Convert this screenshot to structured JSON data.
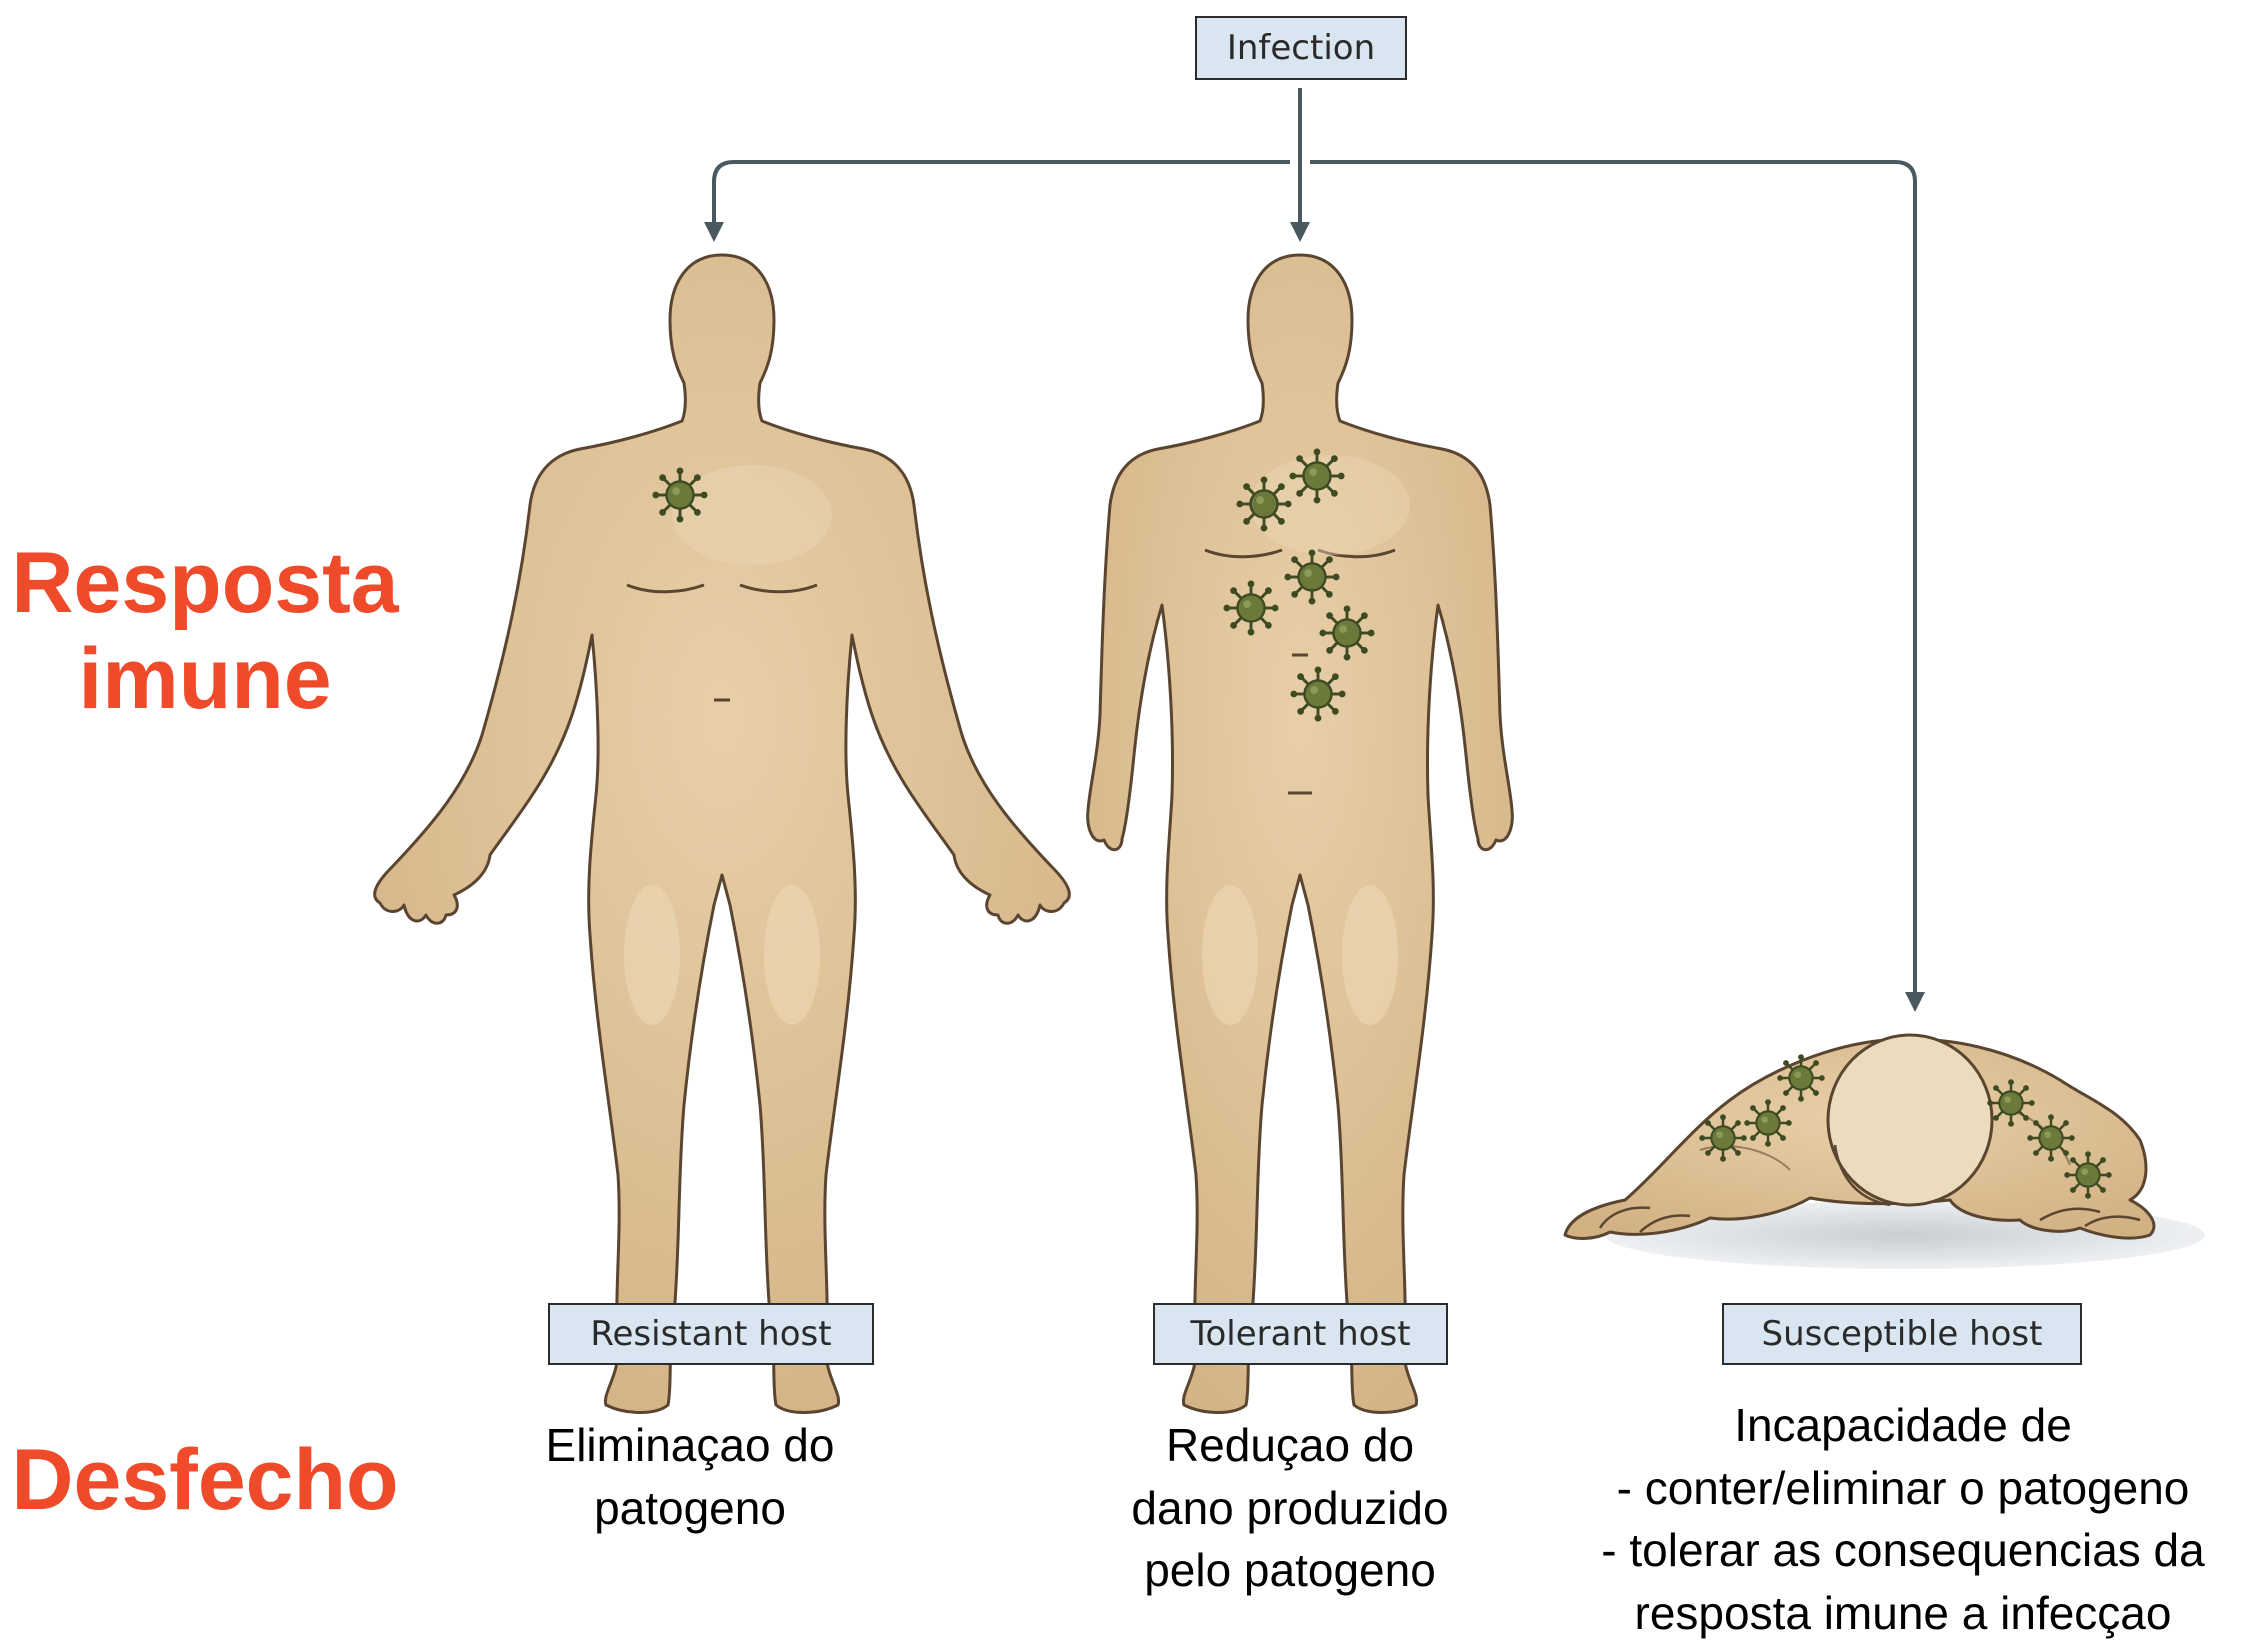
{
  "infection": {
    "label": "Infection"
  },
  "row_labels": {
    "response": [
      "Resposta",
      "imune"
    ],
    "outcome": "Desfecho"
  },
  "hosts": [
    {
      "label": "Resistant host",
      "outcome": [
        "Eliminaçao do",
        "patogeno"
      ]
    },
    {
      "label": "Tolerant host",
      "outcome": [
        "Reduçao do",
        "dano produzido",
        "pelo patogeno"
      ]
    },
    {
      "label": "Susceptible host",
      "outcome": [
        "Incapacidade de",
        "- conter/eliminar o patogeno",
        "- tolerar as consequencias da",
        "resposta imune a infecçao"
      ]
    }
  ],
  "colors": {
    "label_red": "#ef4a2a",
    "skin": "#d9b98c",
    "outline": "#5a4530",
    "arrow": "#4a5860",
    "pathogen": "#6b7a3a",
    "box_fill": "#d9e6f1"
  }
}
